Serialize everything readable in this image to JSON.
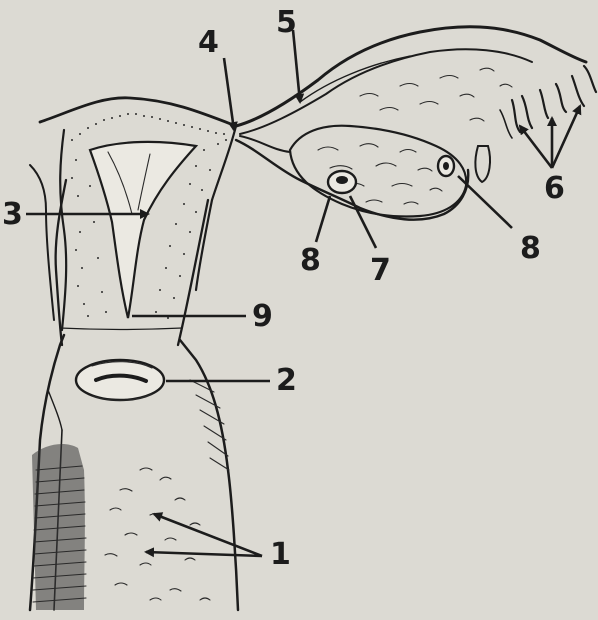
{
  "colors": {
    "paper": "#dcdad3",
    "ink": "#1c1c1c"
  },
  "labels": {
    "l1": "1",
    "l2": "2",
    "l3": "3",
    "l4": "4",
    "l5": "5",
    "l6": "6",
    "l7": "7",
    "l8a": "8",
    "l8b": "8",
    "l9": "9"
  }
}
